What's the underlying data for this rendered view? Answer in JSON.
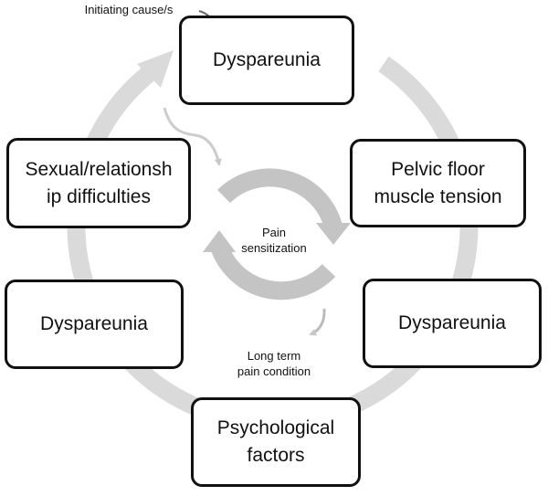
{
  "diagram": {
    "boxes": [
      {
        "id": "top",
        "text": "Dyspareunia"
      },
      {
        "id": "right-upper",
        "text": "Pelvic floor\nmuscle tension"
      },
      {
        "id": "right-lower",
        "text": "Dyspareunia"
      },
      {
        "id": "bottom",
        "text": "Psychological\nfactors"
      },
      {
        "id": "left-lower",
        "text": "Dyspareunia"
      },
      {
        "id": "left-upper",
        "text": "Sexual/relationsh\nip difficulties"
      }
    ],
    "labels": {
      "initiating": "Initiating cause/s",
      "center": "Pain\nsensitization",
      "long_term": "Long term\npain condition"
    },
    "colors": {
      "ring": "#dadada",
      "inner_ring": "#c4c4c4",
      "box_border": "#111111",
      "text": "#111111"
    }
  }
}
